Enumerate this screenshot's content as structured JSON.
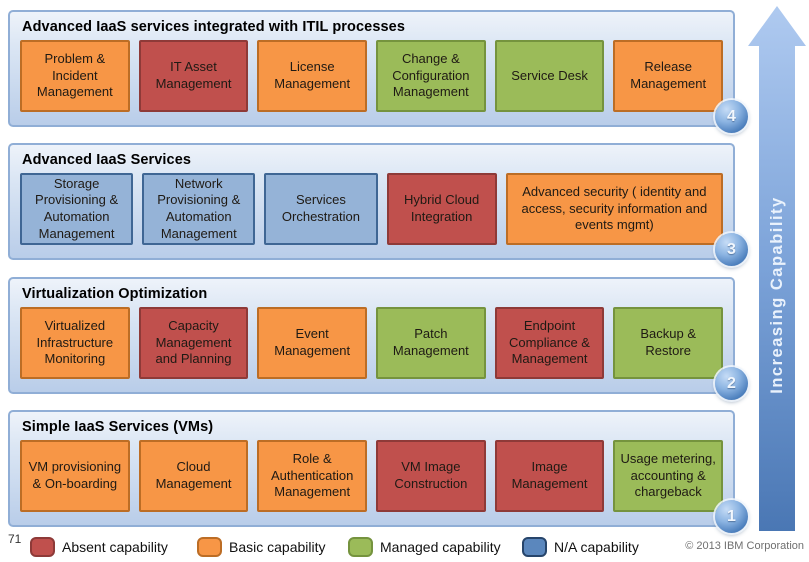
{
  "arrow": {
    "label": "Increasing Capability"
  },
  "footer": {
    "page_number": "71",
    "copyright": "© 2013 IBM Corporation"
  },
  "capability_types": {
    "absent": {
      "label": "Absent capability",
      "fill": "#C0504D",
      "border": "#8E3A38"
    },
    "basic": {
      "label": "Basic capability",
      "fill": "#F79646",
      "border": "#BC6D25"
    },
    "managed": {
      "label": "Managed capability",
      "fill": "#9BBB59",
      "border": "#75933E"
    },
    "na": {
      "label": "N/A capability",
      "fill": "#95B3D7",
      "border": "#3F6694",
      "legend_fill": "#5B87BD",
      "legend_border": "#27456B"
    }
  },
  "legend_order": [
    "absent",
    "basic",
    "managed",
    "na"
  ],
  "bands": [
    {
      "badge": "4",
      "title": "Advanced IaaS services integrated with ITIL processes",
      "boxes": [
        {
          "label": "Problem & Incident Management",
          "type": "basic",
          "flex": 1
        },
        {
          "label": "IT Asset Management",
          "type": "absent",
          "flex": 1
        },
        {
          "label": "License Management",
          "type": "basic",
          "flex": 1
        },
        {
          "label": "Change & Configuration Management",
          "type": "managed",
          "flex": 1
        },
        {
          "label": "Service Desk",
          "type": "managed",
          "flex": 1
        },
        {
          "label": "Release Management",
          "type": "basic",
          "flex": 1
        }
      ]
    },
    {
      "badge": "3",
      "title": "Advanced IaaS Services",
      "boxes": [
        {
          "label": "Storage Provisioning & Automation Management",
          "type": "na",
          "flex": 1
        },
        {
          "label": "Network Provisioning & Automation Management",
          "type": "na",
          "flex": 1
        },
        {
          "label": "Services Orchestration",
          "type": "na",
          "flex": 1
        },
        {
          "label": "Hybrid Cloud Integration",
          "type": "absent",
          "flex": 0.97
        },
        {
          "label": "Advanced security ( identity and access, security information and events mgmt)",
          "type": "basic",
          "flex": 2.05
        }
      ]
    },
    {
      "badge": "2",
      "title": "Virtualization Optimization",
      "boxes": [
        {
          "label": "Virtualized Infrastructure Monitoring",
          "type": "basic",
          "flex": 1
        },
        {
          "label": "Capacity Management and Planning",
          "type": "absent",
          "flex": 1
        },
        {
          "label": "Event Management",
          "type": "basic",
          "flex": 1
        },
        {
          "label": "Patch Management",
          "type": "managed",
          "flex": 1
        },
        {
          "label": "Endpoint Compliance & Management",
          "type": "absent",
          "flex": 1
        },
        {
          "label": "Backup & Restore",
          "type": "managed",
          "flex": 1
        }
      ]
    },
    {
      "badge": "1",
      "title": "Simple IaaS Services (VMs)",
      "boxes": [
        {
          "label": "VM provisioning & On-boarding",
          "type": "basic",
          "flex": 1
        },
        {
          "label": "Cloud Management",
          "type": "basic",
          "flex": 1
        },
        {
          "label": "Role & Authentication Management",
          "type": "basic",
          "flex": 1
        },
        {
          "label": "VM Image Construction",
          "type": "absent",
          "flex": 1
        },
        {
          "label": "Image Management",
          "type": "absent",
          "flex": 1
        },
        {
          "label": "Usage metering, accounting & chargeback",
          "type": "managed",
          "flex": 1
        }
      ]
    }
  ]
}
